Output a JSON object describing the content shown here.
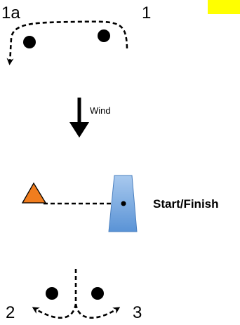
{
  "marks": {
    "mark_1a_label": "1a",
    "mark_1_label": "1",
    "mark_2_label": "2",
    "mark_3_label": "3"
  },
  "wind": {
    "label": "Wind"
  },
  "start_finish": {
    "label": "Start/Finish"
  },
  "colors": {
    "highlight": "#ffff00",
    "pin_end_fill": "#f07d1e",
    "committee_boat_top": "#a8c9ee",
    "committee_boat_bottom": "#5a93d6",
    "committee_boat_stroke": "#4a7fbf",
    "ink": "#000000"
  },
  "icons": {
    "pin_end": "orange-triangle-icon",
    "committee_boat": "committee-boat-icon",
    "wind_arrow": "arrow-down-icon"
  }
}
